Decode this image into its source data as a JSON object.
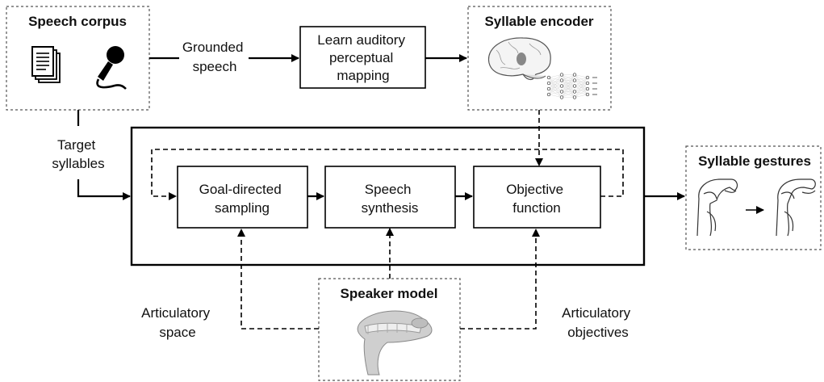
{
  "boxes": {
    "speech_corpus": "Speech corpus",
    "syllable_encoder": "Syllable encoder",
    "syllable_gestures": "Syllable gestures",
    "speaker_model": "Speaker model",
    "learn_mapping": [
      "Learn auditory",
      "perceptual",
      "mapping"
    ],
    "goal_directed_sampling": [
      "Goal-directed",
      "sampling"
    ],
    "speech_synthesis": [
      "Speech",
      "synthesis"
    ],
    "objective_function": [
      "Objective",
      "function"
    ]
  },
  "edge_labels": {
    "grounded_speech": [
      "Grounded",
      "speech"
    ],
    "target_syllables": [
      "Target",
      "syllables"
    ],
    "articulatory_space": [
      "Articulatory",
      "space"
    ],
    "articulatory_objectives": [
      "Articulatory",
      "objectives"
    ]
  },
  "icons": [
    "document-stack-icon",
    "microphone-icon",
    "brain-icon",
    "neural-network-icon",
    "vocal-tract-icon",
    "speaker-3d-model-icon"
  ]
}
